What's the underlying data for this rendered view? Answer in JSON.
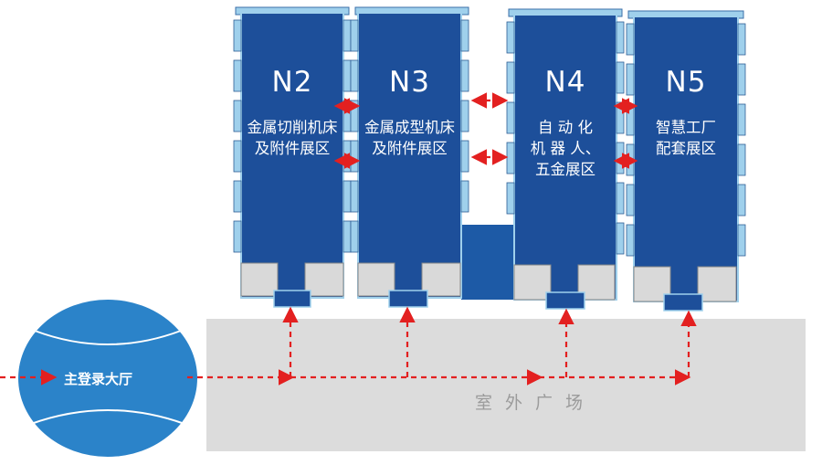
{
  "halls": [
    {
      "code": "N2",
      "zone": [
        "金属切削机床",
        "及附件展区"
      ]
    },
    {
      "code": "N3",
      "zone": [
        "金属成型机床",
        "及附件展区"
      ]
    },
    {
      "code": "N4",
      "zone": [
        "自 动 化",
        "机 器 人、",
        "五金展区"
      ]
    },
    {
      "code": "N5",
      "zone": [
        "智慧工厂",
        "配套展区"
      ]
    }
  ],
  "lobby": {
    "label": "主登录大厅"
  },
  "plaza": {
    "label": "室外广场"
  },
  "colors": {
    "hall_fill": "#1d4f9a",
    "hall_edge": "#9fd0ec",
    "lobby_fill": "#2b83c9",
    "plaza_fill": "#dcdcdc",
    "route": "#e32020",
    "entrance_pad": "#d9d9d9"
  }
}
